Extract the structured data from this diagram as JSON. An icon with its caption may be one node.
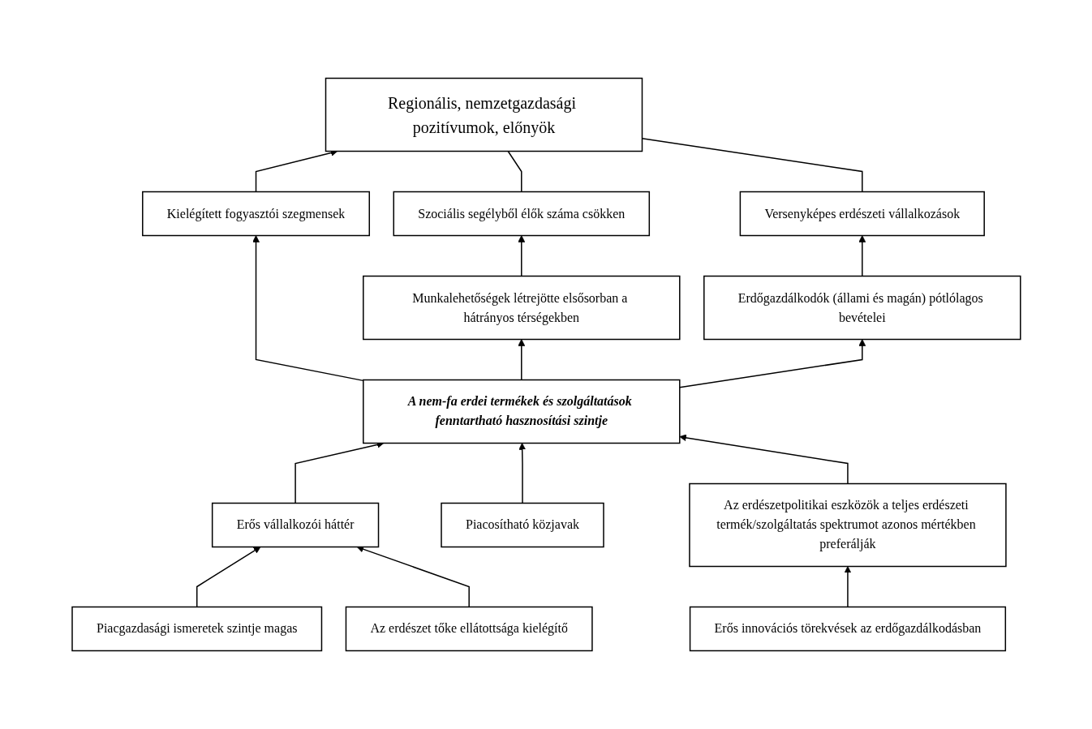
{
  "diagram": {
    "nodes": [
      {
        "text": [
          "Regionális, nemzetgazdasági pozitívumok, előnyök"
        ]
      },
      {
        "text": [
          "Szociális segélyből élők száma csökken"
        ]
      },
      {
        "text": [
          "Versenyképes erdészeti vállalkozások"
        ]
      },
      {
        "text": [
          "Kielégített fogyasztói szegmensek"
        ]
      },
      {
        "text": [
          "Munkalehetőségek létrejötte elsősorban a hátrányos térségekben"
        ]
      },
      {
        "text": [
          "Erdőgazdálkodók (állami és magán) pótlólagos bevételei"
        ]
      },
      {
        "text": [
          "A nem-fa erdei termékek és szolgáltatások fenntartható hasznosítási szintje"
        ]
      },
      {
        "text": [
          "Erős vállalkozói háttér"
        ]
      },
      {
        "text": [
          "Piacosítható közjavak"
        ]
      },
      {
        "text": [
          "Az erdészetpolitikai eszközök a teljes erdészeti termék/szolgáltatás spektrumot azonos mértékben preferálják"
        ]
      },
      {
        "text": [
          "Piacgazdasági ismeretek szintje magas"
        ]
      },
      {
        "text": [
          "Az erdészet tőke ellátottsága kielégítő"
        ]
      },
      {
        "text": [
          "Erős innovációs törekvések az erdőgazdálkodásban"
        ]
      }
    ],
    "edges": [
      {
        "from": 3,
        "to": 0,
        "arrow": "to"
      },
      {
        "from": 1,
        "to": 0,
        "arrow": "none"
      },
      {
        "from": 2,
        "to": 0,
        "arrow": "none"
      },
      {
        "from": 4,
        "to": 1,
        "arrow": "to"
      },
      {
        "from": 5,
        "to": 2,
        "arrow": "to"
      },
      {
        "from": 6,
        "to": 3,
        "arrow": "to"
      },
      {
        "from": 6,
        "to": 4,
        "arrow": "to"
      },
      {
        "from": 6,
        "to": 5,
        "arrow": "to"
      },
      {
        "from": 7,
        "to": 6,
        "arrow": "to"
      },
      {
        "from": 8,
        "to": 6,
        "arrow": "to"
      },
      {
        "from": 9,
        "to": 6,
        "arrow": "to"
      },
      {
        "from": 10,
        "to": 7,
        "arrow": "to"
      },
      {
        "from": 11,
        "to": 7,
        "arrow": "to"
      },
      {
        "from": 12,
        "to": 9,
        "arrow": "to"
      }
    ]
  }
}
